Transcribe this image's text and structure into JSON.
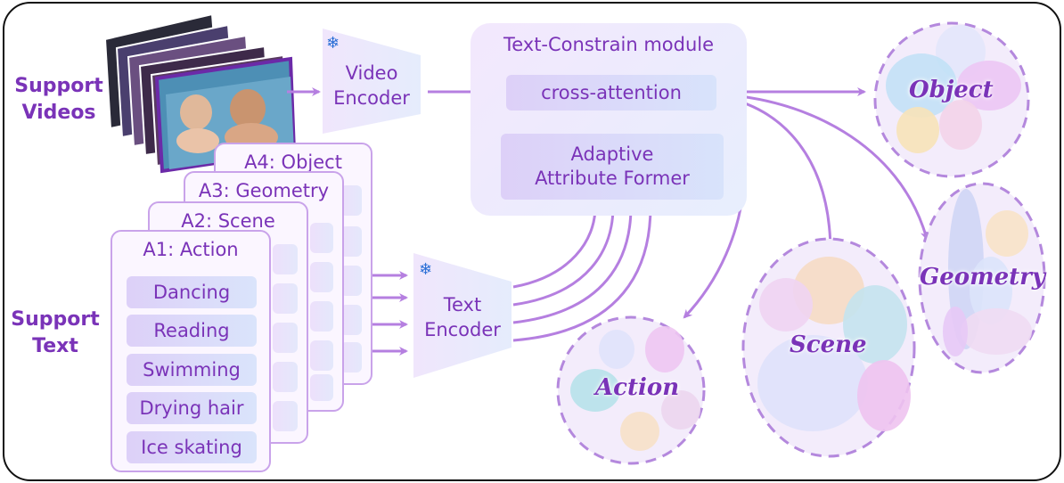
{
  "support_videos": {
    "label_line1": "Support",
    "label_line2": "Videos"
  },
  "support_text": {
    "label_line1": "Support",
    "label_line2": "Text"
  },
  "video_encoder": {
    "line1": "Video",
    "line2": "Encoder",
    "icon": "snowflake-icon"
  },
  "text_encoder": {
    "line1": "Text",
    "line2": "Encoder",
    "icon": "snowflake-icon"
  },
  "module": {
    "title": "Text-Constrain module",
    "cross_attention": "cross-attention",
    "former_line1": "Adaptive",
    "former_line2": "Attribute Former"
  },
  "attribute_cards": [
    {
      "title": "A4: Object"
    },
    {
      "title": "A3: Geometry"
    },
    {
      "title": "A2: Scene"
    },
    {
      "title": "A1: Action",
      "items": [
        "Dancing",
        "Reading",
        "Swimming",
        "Drying hair",
        "Ice skating"
      ]
    }
  ],
  "clusters": {
    "object": "Object",
    "geometry": "Geometry",
    "scene": "Scene",
    "action": "Action"
  },
  "colors": {
    "accent": "#7a33b8",
    "arrow": "#b57fe0",
    "border": "#c9a3ea"
  }
}
